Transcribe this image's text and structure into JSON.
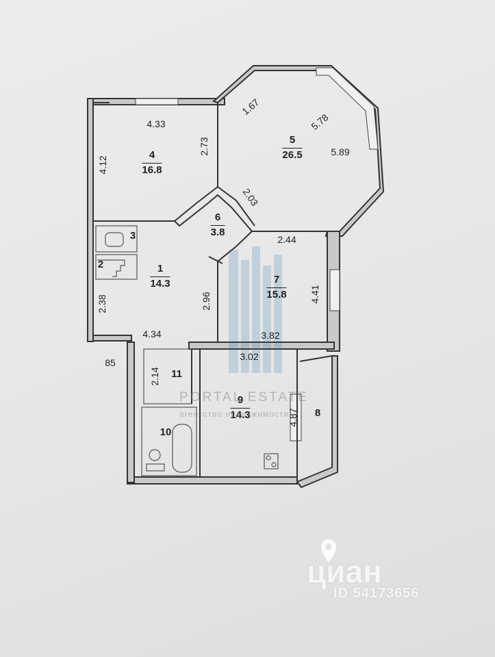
{
  "rooms": [
    {
      "id": "room-1",
      "number": "1",
      "area": "14.3"
    },
    {
      "id": "room-2",
      "number": "2",
      "area": ""
    },
    {
      "id": "room-3",
      "number": "3",
      "area": ""
    },
    {
      "id": "room-4",
      "number": "4",
      "area": "16.8"
    },
    {
      "id": "room-5",
      "number": "5",
      "area": "26.5"
    },
    {
      "id": "room-6",
      "number": "6",
      "area": "3.8"
    },
    {
      "id": "room-7",
      "number": "7",
      "area": "15.8"
    },
    {
      "id": "room-8",
      "number": "8",
      "area": ""
    },
    {
      "id": "room-9",
      "number": "9",
      "area": "14.3"
    },
    {
      "id": "room-10",
      "number": "10",
      "area": ""
    },
    {
      "id": "room-11",
      "number": "11",
      "area": ""
    }
  ],
  "dimensions": [
    "4.33",
    "2.73",
    "4.12",
    "1.67",
    "5.78",
    "5.89",
    "2.03",
    "2.44",
    "4.41",
    "2.96",
    "3.82",
    "2.38",
    "4.34",
    "85",
    "3.02",
    "2.14",
    "4.87"
  ],
  "watermark": {
    "agency": "PORTAL ESTATE",
    "agency_sub": "агентство недвижимости"
  },
  "listing": {
    "brand": "циан",
    "id": "ID 54173656"
  },
  "colors": {
    "paper": "#e9e9e9",
    "ink": "#1f1f1f",
    "wall_fill": "#c9c9c9"
  }
}
